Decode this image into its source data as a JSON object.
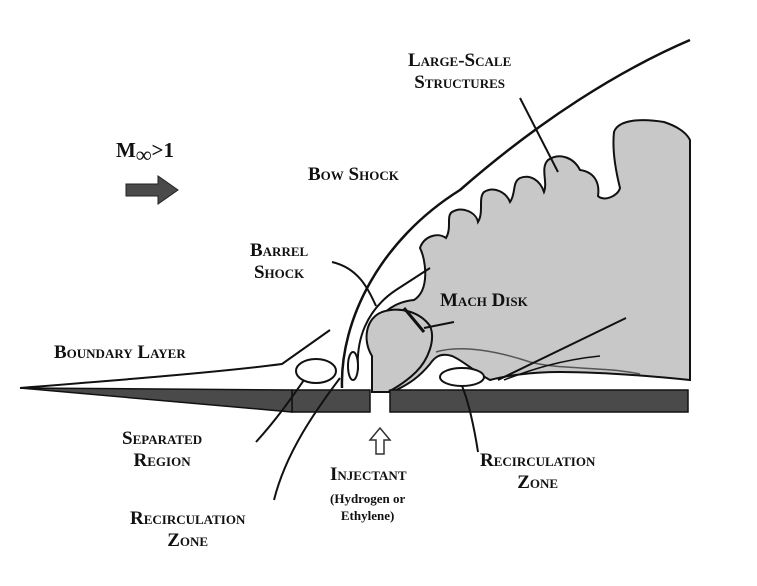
{
  "mach_label": {
    "prefix": "M",
    "subscript": "∞",
    "suffix": ">1"
  },
  "labels": {
    "large_scale_structures": [
      "Large-Scale",
      "Structures"
    ],
    "bow_shock": "Bow Shock",
    "barrel_shock": [
      "Barrel",
      "Shock"
    ],
    "mach_disk": "Mach Disk",
    "boundary_layer": "Boundary Layer",
    "separated_region": [
      "Separated",
      "Region"
    ],
    "injectant": "Injectant",
    "injectant_detail": [
      "(Hydrogen or",
      "Ethylene)"
    ],
    "recirculation_zone_right": [
      "Recirculation",
      "Zone"
    ],
    "recirculation_zone_left": [
      "Recirculation",
      "Zone"
    ]
  },
  "icons": {
    "flow_arrow": "right-arrow-icon",
    "injection_arrow": "up-arrow-icon"
  },
  "colors": {
    "plume_fill": "#c8c8c8",
    "wall_fill": "#4a4a4a",
    "line": "#111111"
  }
}
